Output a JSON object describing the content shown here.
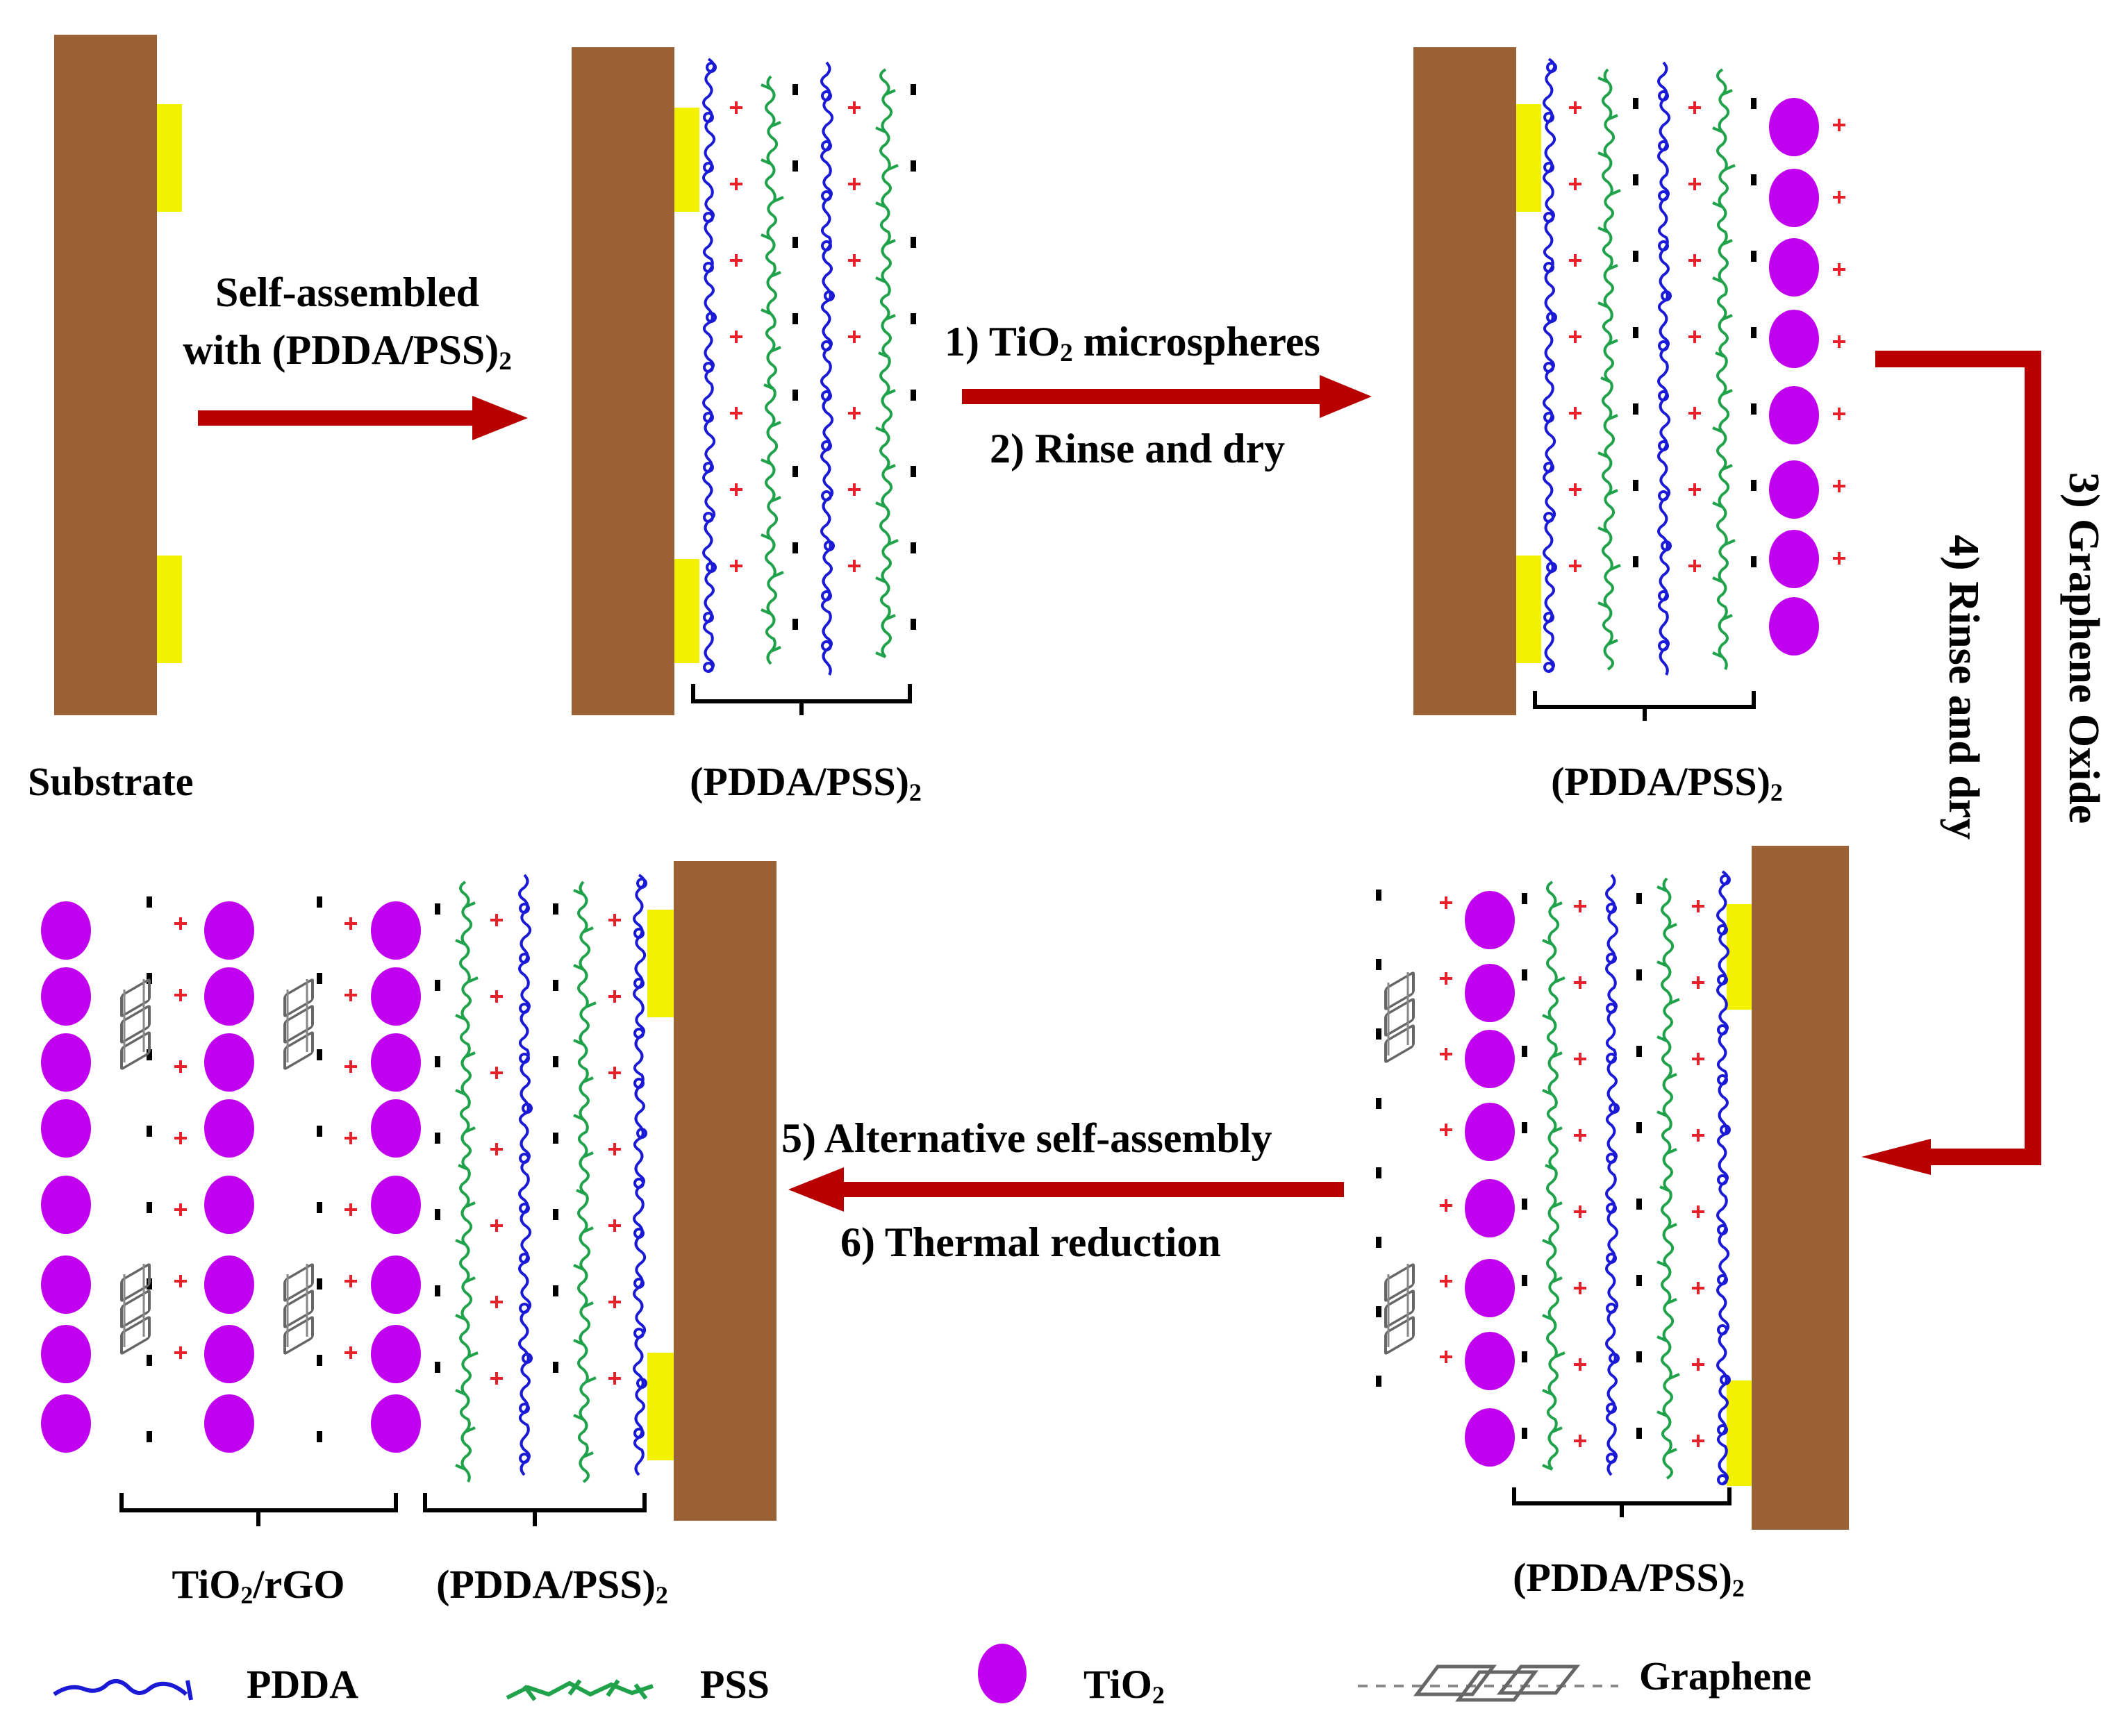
{
  "labels": {
    "substrate": "Substrate",
    "step1_line1": "Self-assembled",
    "step1_line2": "with (PDDA/PSS)",
    "step1_sub": "2",
    "step2_line1_pre": "1) TiO",
    "step2_line1_sub": "2",
    "step2_line1_post": " microspheres",
    "step2_line2": "2) Rinse and dry",
    "step3": "3) Graphene Oxide",
    "step4": "4) Rinse and dry",
    "step5": "5) Alternative self-assembly",
    "step6": "6) Thermal reduction",
    "bracket_pdda_pss": "(PDDA/PSS)",
    "bracket_sub": "2",
    "bracket_tio2_pre": "TiO",
    "bracket_tio2_sub": "2",
    "bracket_tio2_post": "/rGO"
  },
  "legend": {
    "pdda": "PDDA",
    "pss": "PSS",
    "tio2_pre": "TiO",
    "tio2_sub": "2",
    "graphene": "Graphene"
  },
  "colors": {
    "substrate": "#9a6234",
    "electrode": "#f2f200",
    "pdda": "#1a1ad6",
    "pss": "#1fa24a",
    "tio2": "#c000ee",
    "arrow": "#b80000",
    "plus": "#e8202a",
    "minus": "#000000",
    "graphene": "#666666"
  }
}
